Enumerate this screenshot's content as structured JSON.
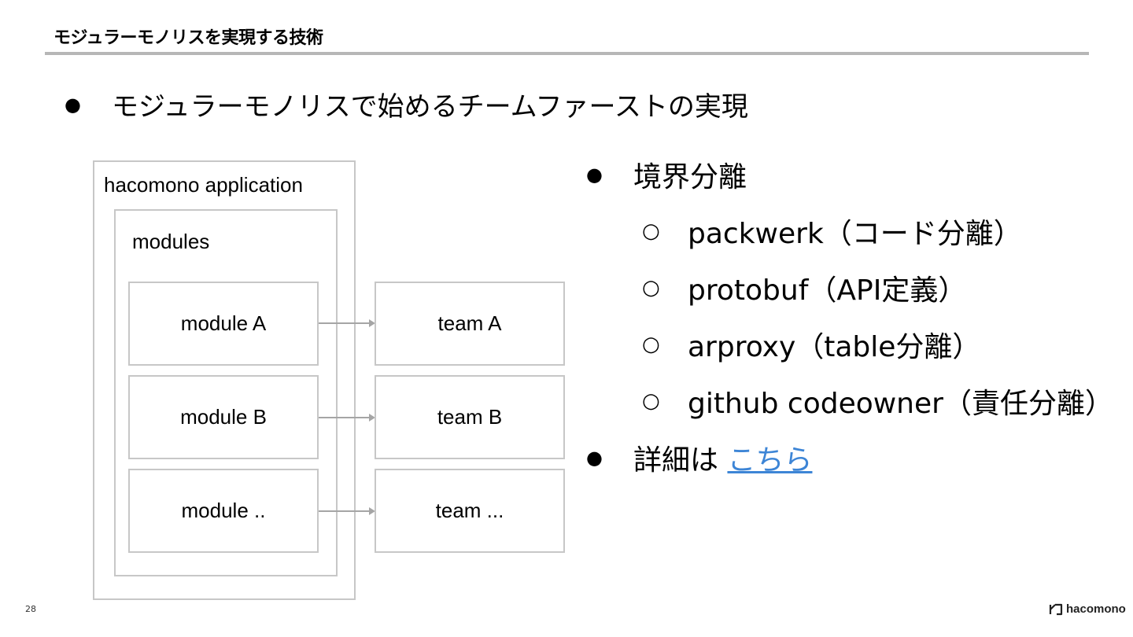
{
  "slide": {
    "title": "モジュラーモノリスを実現する技術",
    "heading": {
      "bullet": "●",
      "text": "モジュラーモノリスで始めるチームファーストの実現"
    },
    "page_number": "28",
    "logo": {
      "icon": "hacomono-logo-icon",
      "text": "hacomono"
    }
  },
  "diagram": {
    "outer_label": "hacomono application",
    "inner_label": "modules",
    "modules": [
      "module A",
      "module B",
      "module .."
    ],
    "teams": [
      "team A",
      "team B",
      "team ..."
    ]
  },
  "list": {
    "bullet": "●",
    "sub_bullet": "○",
    "item1": "境界分離",
    "subitems": [
      "packwerk（コード分離）",
      "protobuf（API定義）",
      "arproxy（table分離）",
      "github codeowner（責任分離）"
    ],
    "item2_prefix": "詳細は ",
    "item2_link": "こちら"
  },
  "colors": {
    "rule": "#b7b7b7",
    "box_border": "#c7c7c7",
    "arrow": "#a5a5a5",
    "link": "#3d85d6"
  }
}
